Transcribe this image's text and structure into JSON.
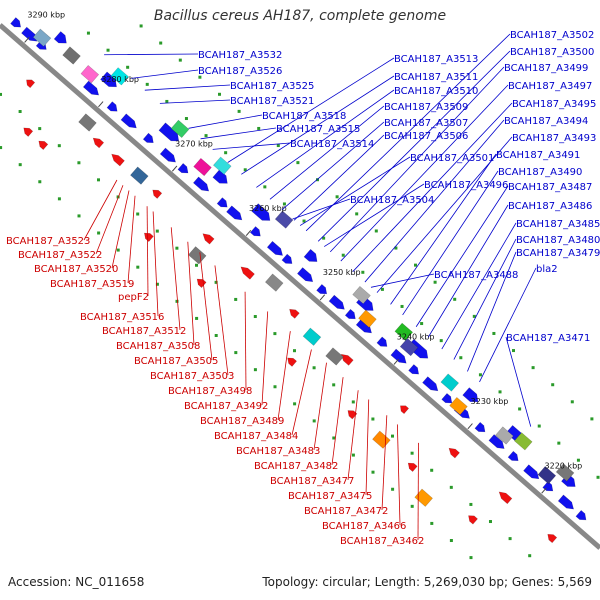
{
  "title": "Bacillus cereus AH187, complete genome",
  "footer": {
    "accession": "Accession: NC_011658",
    "info": "Topology: circular; Length: 5,269,030 bp; Genes: 5,569"
  },
  "colors": {
    "forward_labels": "#0000cc",
    "reverse_labels": "#cc0000",
    "backbone": "#888888",
    "forward_genes": "#1111ee",
    "reverse_genes": "#ee1111"
  },
  "ticks": [
    "3290 kbp",
    "3280 kbp",
    "3270 kbp",
    "3260 kbp",
    "3250 kbp",
    "3240 kbp",
    "3230 kbp",
    "3220 kbp"
  ],
  "forward_labels": [
    "BCAH187_A3532",
    "BCAH187_A3526",
    "BCAH187_A3525",
    "BCAH187_A3521",
    "BCAH187_A3518",
    "BCAH187_A3515",
    "BCAH187_A3514",
    "BCAH187_A3513",
    "BCAH187_A3511",
    "BCAH187_A3510",
    "BCAH187_A3509",
    "BCAH187_A3507",
    "BCAH187_A3506",
    "BCAH187_A3502",
    "BCAH187_A3500",
    "BCAH187_A3499",
    "BCAH187_A3497",
    "BCAH187_A3495",
    "BCAH187_A3494",
    "BCAH187_A3493",
    "BCAH187_A3491",
    "BCAH187_A3490",
    "BCAH187_A3487",
    "BCAH187_A3486",
    "BCAH187_A3485",
    "BCAH187_A3480",
    "BCAH187_A3479",
    "bla2",
    "BCAH187_A3501",
    "BCAH187_A3496",
    "BCAH187_A3504",
    "BCAH187_A3488",
    "BCAH187_A3471"
  ],
  "reverse_labels": [
    "BCAH187_A3523",
    "BCAH187_A3522",
    "BCAH187_A3520",
    "BCAH187_A3519",
    "pepF2",
    "BCAH187_A3516",
    "BCAH187_A3512",
    "BCAH187_A3508",
    "BCAH187_A3505",
    "BCAH187_A3503",
    "BCAH187_A3498",
    "BCAH187_A3492",
    "BCAH187_A3489",
    "BCAH187_A3484",
    "BCAH187_A3483",
    "BCAH187_A3482",
    "BCAH187_A3477",
    "BCAH187_A3475",
    "BCAH187_A3472",
    "BCAH187_A3466",
    "BCAH187_A3462"
  ]
}
